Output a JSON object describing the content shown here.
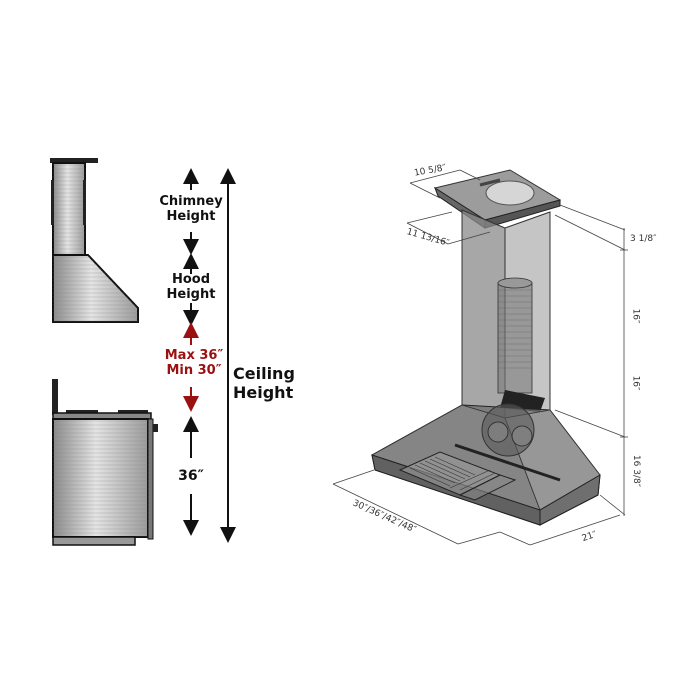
{
  "left_diagram": {
    "labels": {
      "chimney_height_1": "Chimney",
      "chimney_height_2": "Height",
      "hood_height_1": "Hood",
      "hood_height_2": "Height",
      "max": "Max 36″",
      "min": "Min 30″",
      "ceiling_1": "Ceiling",
      "ceiling_2": "Height",
      "counter": "36″"
    },
    "colors": {
      "accent_red": "#9b1111",
      "text": "#111111"
    }
  },
  "right_diagram": {
    "dimensions": {
      "top_depth": "10 5/8″",
      "top_width": "11 13/16″",
      "top_trim": "3 1/8″",
      "chimney_upper": "16″",
      "chimney_lower": "16″",
      "hood_height": "16 3/8″",
      "hood_widths": "30″/36″/42″/48″",
      "hood_depth": "21″"
    }
  }
}
